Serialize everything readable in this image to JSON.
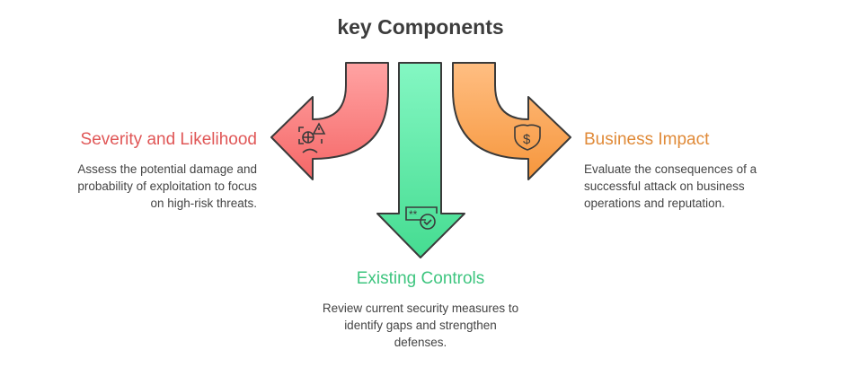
{
  "title": "key Components",
  "items": [
    {
      "heading": "Severity and Likelihood",
      "description": [
        "Assess the potential damage and",
        "probability of exploitation to focus",
        "on high-risk threats."
      ],
      "color": "#e05757",
      "icon": "risk-warning-icon"
    },
    {
      "heading": "Existing Controls",
      "description": [
        "Review current security measures to",
        "identify gaps and strengthen",
        "defenses."
      ],
      "color": "#3ec57f",
      "icon": "password-check-icon"
    },
    {
      "heading": "Business Impact",
      "description": [
        "Evaluate the consequences of a",
        "successful attack on business",
        "operations and reputation."
      ],
      "color": "#e08a38",
      "icon": "shield-dollar-icon"
    }
  ]
}
